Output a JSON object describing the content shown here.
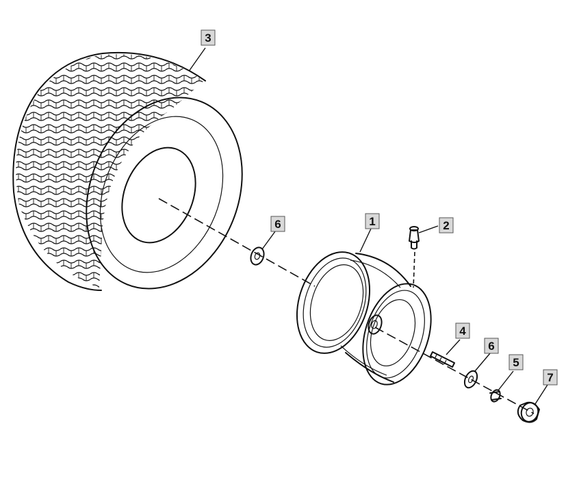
{
  "callouts": [
    {
      "id": "part-1",
      "label": "1"
    },
    {
      "id": "part-2",
      "label": "2"
    },
    {
      "id": "part-3",
      "label": "3"
    },
    {
      "id": "part-4",
      "label": "4"
    },
    {
      "id": "part-5",
      "label": "5"
    },
    {
      "id": "part-6a",
      "label": "6"
    },
    {
      "id": "part-6b",
      "label": "6"
    },
    {
      "id": "part-7",
      "label": "7"
    }
  ],
  "colors": {
    "line": "#111111",
    "callout_fill": "#d9d9d9",
    "background": "#ffffff"
  }
}
